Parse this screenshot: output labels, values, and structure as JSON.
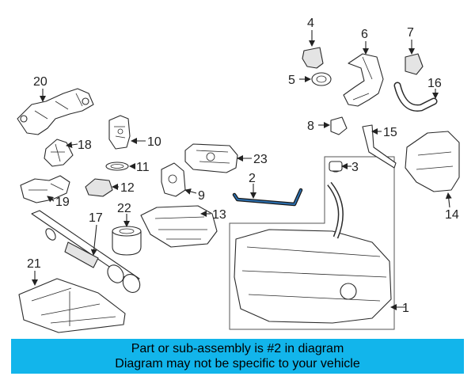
{
  "diagram": {
    "highlight_color": "#2a6fb0",
    "callouts": [
      "1",
      "2",
      "3",
      "4",
      "5",
      "6",
      "7",
      "8",
      "9",
      "10",
      "11",
      "12",
      "13",
      "14",
      "15",
      "16",
      "17",
      "18",
      "19",
      "20",
      "21",
      "22",
      "23"
    ]
  },
  "banner": {
    "line1": "Part or sub-assembly is #2 in diagram",
    "line2": "Diagram may not be specific to your vehicle",
    "background": "#12b5eb"
  }
}
